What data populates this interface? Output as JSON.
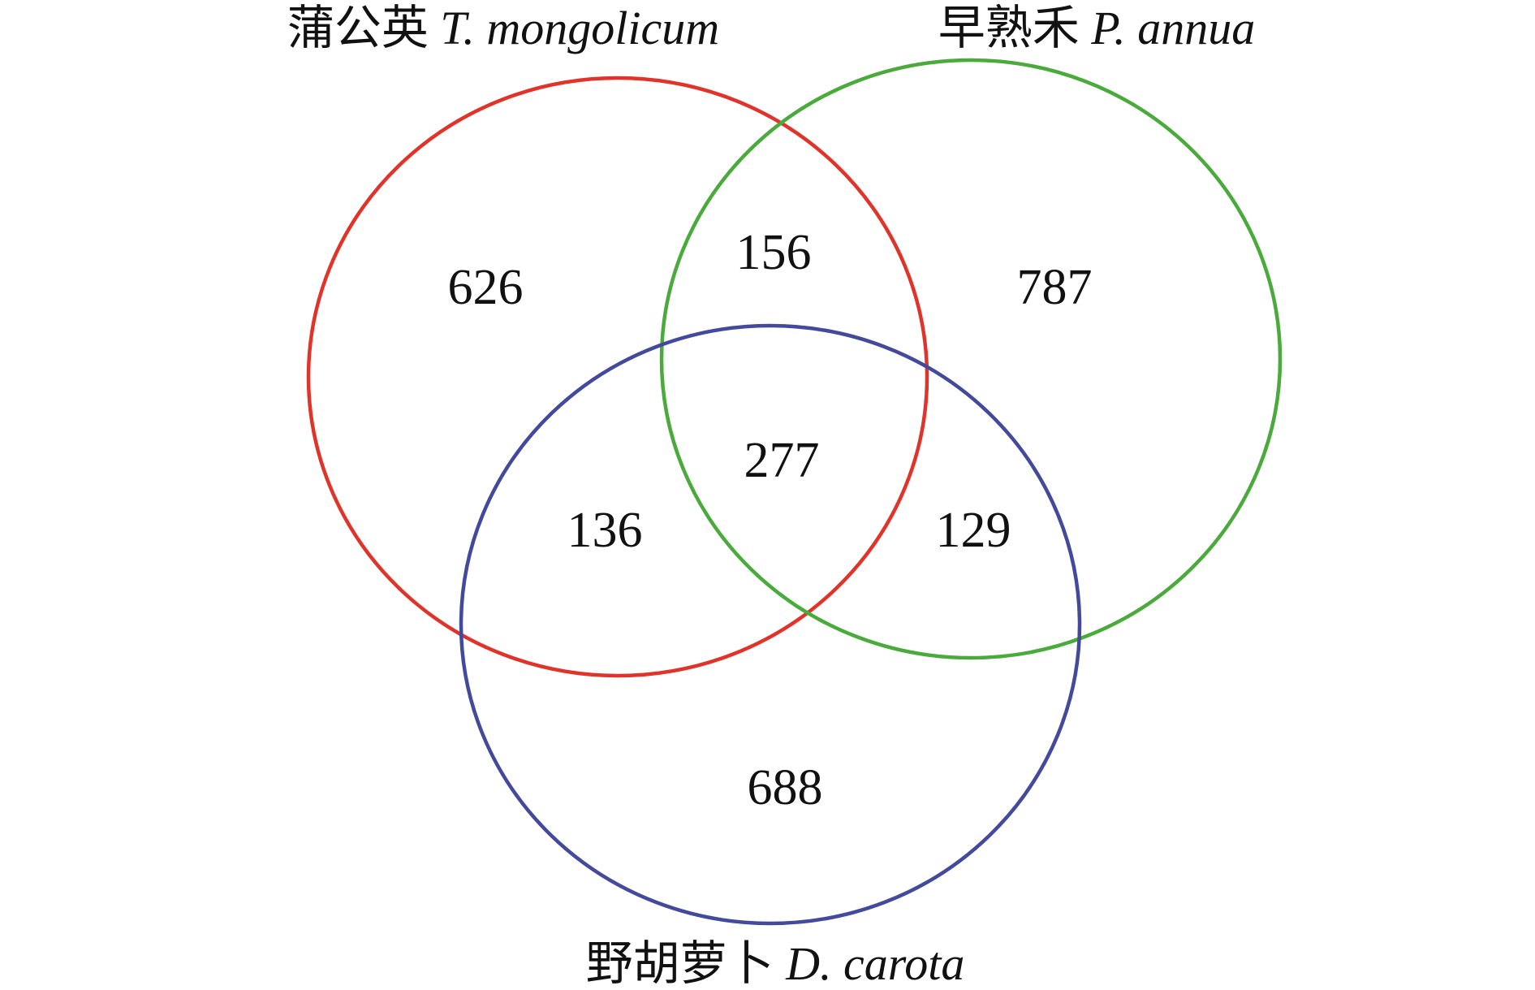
{
  "chart_data": {
    "type": "venn",
    "sets": [
      {
        "id": "A",
        "name_cn": "蒲公英",
        "name_latin": "T. mongolicum",
        "color": "#e0342b"
      },
      {
        "id": "B",
        "name_cn": "早熟禾",
        "name_latin": "P. annua",
        "color": "#4aaa3c"
      },
      {
        "id": "C",
        "name_cn": "野胡萝卜",
        "name_latin": "D. carota",
        "color": "#434a9c"
      }
    ],
    "regions": [
      {
        "sets": [
          "A"
        ],
        "value": "626"
      },
      {
        "sets": [
          "B"
        ],
        "value": "787"
      },
      {
        "sets": [
          "C"
        ],
        "value": "688"
      },
      {
        "sets": [
          "A",
          "B"
        ],
        "value": "156"
      },
      {
        "sets": [
          "A",
          "C"
        ],
        "value": "136"
      },
      {
        "sets": [
          "B",
          "C"
        ],
        "value": "129"
      },
      {
        "sets": [
          "A",
          "B",
          "C"
        ],
        "value": "277"
      }
    ]
  }
}
